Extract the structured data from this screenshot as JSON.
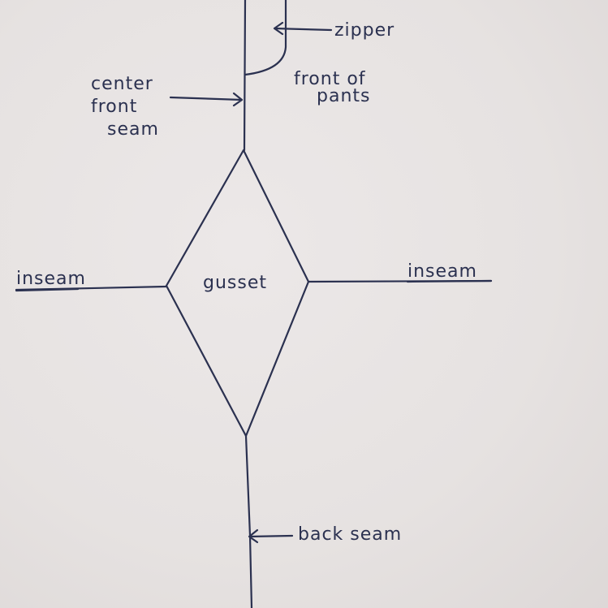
{
  "labels": {
    "zipper": "zipper",
    "front_of_pants_line1": "front of",
    "front_of_pants_line2": "pants",
    "center_front_seam_line1": "center",
    "center_front_seam_line2": "front",
    "center_front_seam_line3": "seam",
    "inseam_left": "inseam",
    "inseam_right": "inseam",
    "gusset": "gusset",
    "back_seam": "back seam"
  },
  "colors": {
    "ink": "#2b3150",
    "paper": "#e9e5e4"
  }
}
